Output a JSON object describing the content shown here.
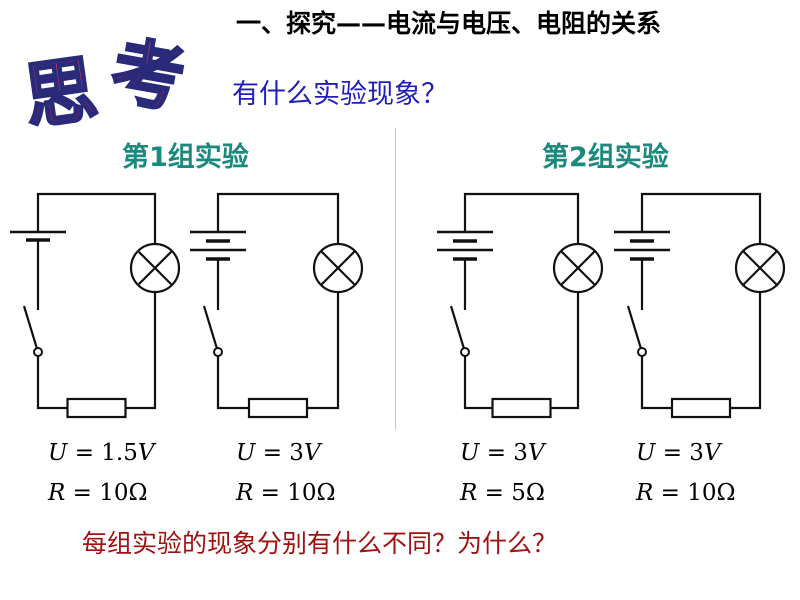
{
  "heading": "一、探究——电流与电压、电阻的关系",
  "think_art": {
    "char1": "思",
    "char2": "考"
  },
  "question": "有什么实验现象？",
  "groups": [
    {
      "title_prefix": "第",
      "title_number": "1",
      "title_suffix": "组实验",
      "circuits": [
        {
          "U_sym": "U",
          "U_val": "1.5",
          "U_unit": "V",
          "R_sym": "R",
          "R_val": "10",
          "R_unit": "Ω"
        },
        {
          "U_sym": "U",
          "U_val": "3",
          "U_unit": "V",
          "R_sym": "R",
          "R_val": "10",
          "R_unit": "Ω"
        }
      ]
    },
    {
      "title_prefix": "第",
      "title_number": "2",
      "title_suffix": "组实验",
      "circuits": [
        {
          "U_sym": "U",
          "U_val": "3",
          "U_unit": "V",
          "R_sym": "R",
          "R_val": "5",
          "R_unit": "Ω"
        },
        {
          "U_sym": "U",
          "U_val": "3",
          "U_unit": "V",
          "R_sym": "R",
          "R_val": "10",
          "R_unit": "Ω"
        }
      ]
    }
  ],
  "bottom_question": "每组实验的现象分别有什么不同？为什么？",
  "colors": {
    "heading": "#000000",
    "question": "#1f1fb8",
    "group_title": "#1a8a7e",
    "bottom_question": "#a01212",
    "think_fill": "#c41c5c",
    "think_outline": "#2a2a7a"
  }
}
